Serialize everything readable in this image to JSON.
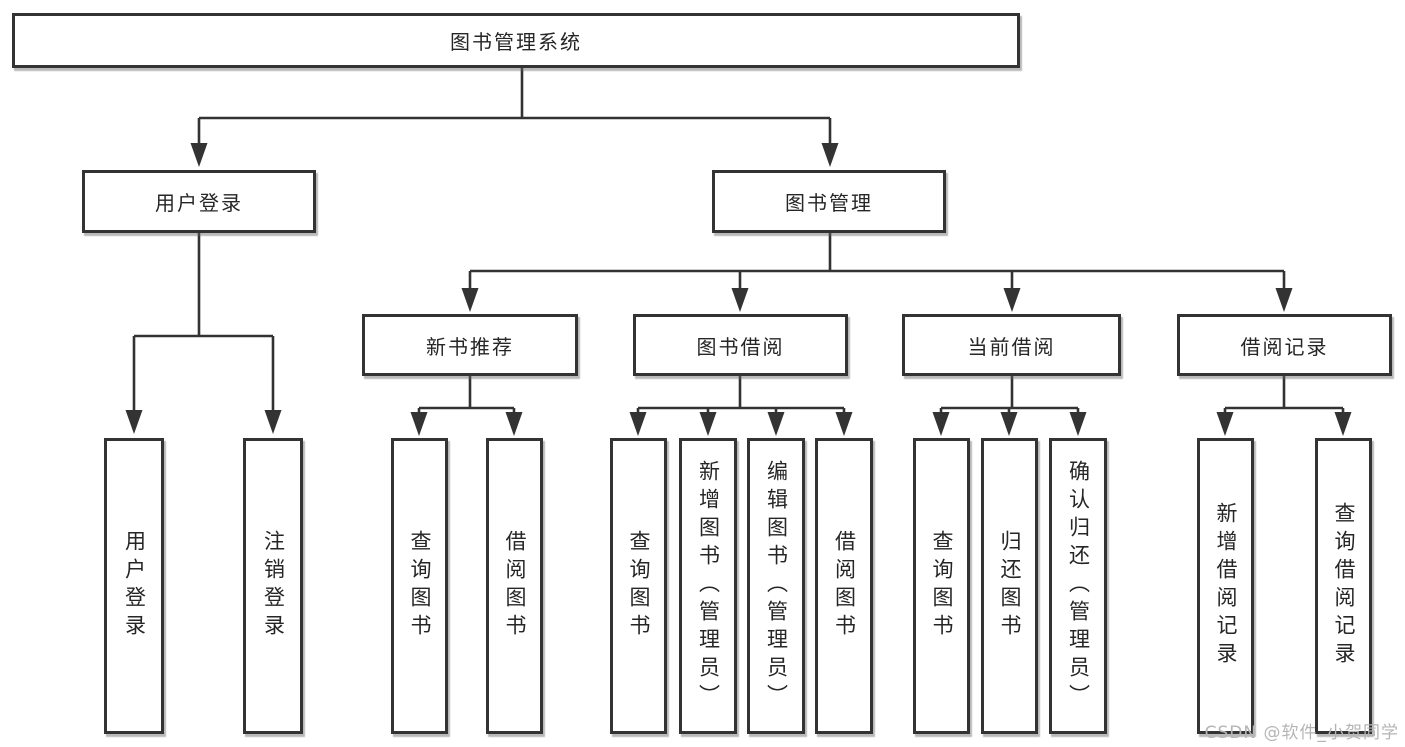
{
  "diagram_title": "图书管理系统",
  "nodes": {
    "root": {
      "label": "图书管理系统",
      "parent": null
    },
    "user_login": {
      "label": "用户登录",
      "parent": "root"
    },
    "book_mgmt": {
      "label": "图书管理",
      "parent": "root"
    },
    "leaf_user_login": {
      "label": "用户登录",
      "parent": "user_login"
    },
    "leaf_logout": {
      "label": "注销登录",
      "parent": "user_login"
    },
    "new_book_rec": {
      "label": "新书推荐",
      "parent": "book_mgmt"
    },
    "book_borrow": {
      "label": "图书借阅",
      "parent": "book_mgmt"
    },
    "current_borrow": {
      "label": "当前借阅",
      "parent": "book_mgmt"
    },
    "borrow_records": {
      "label": "借阅记录",
      "parent": "book_mgmt"
    },
    "leaf_query_book_1": {
      "label": "查询图书",
      "parent": "new_book_rec"
    },
    "leaf_borrow_book_1": {
      "label": "借阅图书",
      "parent": "new_book_rec"
    },
    "leaf_query_book_2": {
      "label": "查询图书",
      "parent": "book_borrow"
    },
    "leaf_add_book": {
      "label": "新增图书（管理员）",
      "parent": "book_borrow"
    },
    "leaf_edit_book": {
      "label": "编辑图书（管理员）",
      "parent": "book_borrow"
    },
    "leaf_borrow_book_2": {
      "label": "借阅图书",
      "parent": "book_borrow"
    },
    "leaf_query_book_3": {
      "label": "查询图书",
      "parent": "current_borrow"
    },
    "leaf_return_book": {
      "label": "归还图书",
      "parent": "current_borrow"
    },
    "leaf_confirm_return": {
      "label": "确认归还（管理员）",
      "parent": "current_borrow"
    },
    "leaf_add_borrow_record": {
      "label": "新增借阅记录",
      "parent": "borrow_records"
    },
    "leaf_query_borrow_record": {
      "label": "查询借阅记录",
      "parent": "borrow_records"
    }
  },
  "watermark": "CSDN @软件_小贺同学",
  "colors": {
    "line": "#333333",
    "box_border": "#333333",
    "box_background": "#ffffff",
    "text": "#262626",
    "watermark": "#b5b5b5"
  }
}
